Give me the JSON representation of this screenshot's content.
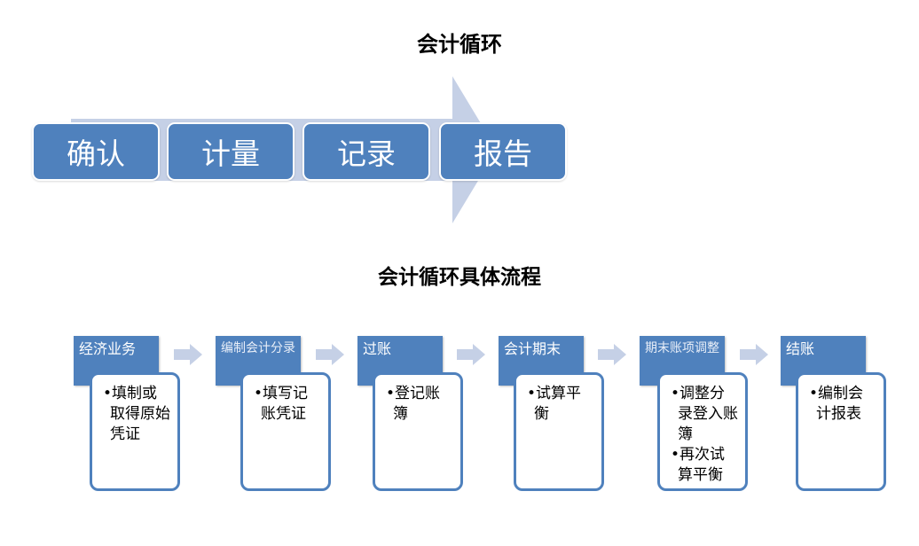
{
  "title": "会计循环",
  "subtitle": "会计循环具体流程",
  "colors": {
    "box": "#4f81bd",
    "arrow": "#c5d0e6"
  },
  "top_stages": [
    "确认",
    "计量",
    "记录",
    "报告"
  ],
  "steps": [
    {
      "header": "经济业务",
      "bullets": [
        "•填制或取得原始凭证"
      ]
    },
    {
      "header": "编制会计分录",
      "bullets": [
        "•填写记账凭证"
      ]
    },
    {
      "header": "过账",
      "bullets": [
        "•登记账簿"
      ]
    },
    {
      "header": "会计期末",
      "bullets": [
        "•试算平衡"
      ]
    },
    {
      "header": "期末账项调整",
      "bullets": [
        "•调整分录登入账簿",
        "•再次试算平衡"
      ]
    },
    {
      "header": "结账",
      "bullets": [
        "•编制会计报表"
      ]
    }
  ]
}
